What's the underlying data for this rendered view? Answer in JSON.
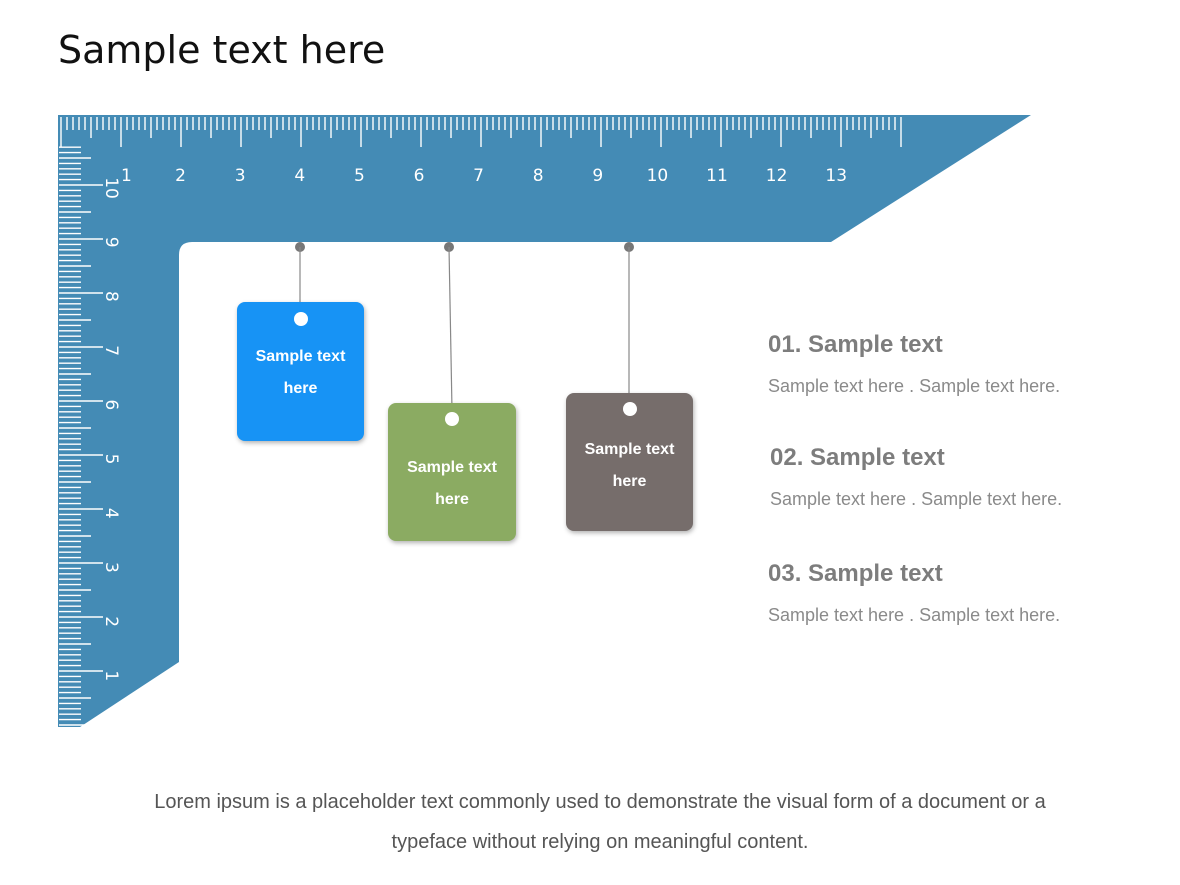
{
  "page": {
    "title": "Sample text here",
    "footer": "Lorem ipsum is a placeholder text commonly used to demonstrate the visual form of a document or a typeface without relying on meaningful content."
  },
  "ruler": {
    "color": "#448bb5",
    "horizontal_labels": [
      "1",
      "2",
      "3",
      "4",
      "5",
      "6",
      "7",
      "8",
      "9",
      "10",
      "11",
      "12",
      "13"
    ],
    "vertical_labels": [
      "10",
      "9",
      "8",
      "7",
      "6",
      "5",
      "4",
      "3",
      "2",
      "1"
    ]
  },
  "tags": [
    {
      "label": "Sample text here",
      "color": "#1793f5"
    },
    {
      "label": "Sample text here",
      "color": "#8bab62"
    },
    {
      "label": "Sample text here",
      "color": "#766d6b"
    }
  ],
  "items": [
    {
      "title": "01. Sample text",
      "desc": "Sample text here . Sample text here."
    },
    {
      "title": "02. Sample text",
      "desc": "Sample text here . Sample text here."
    },
    {
      "title": "03. Sample text",
      "desc": "Sample text here . Sample text here."
    }
  ]
}
